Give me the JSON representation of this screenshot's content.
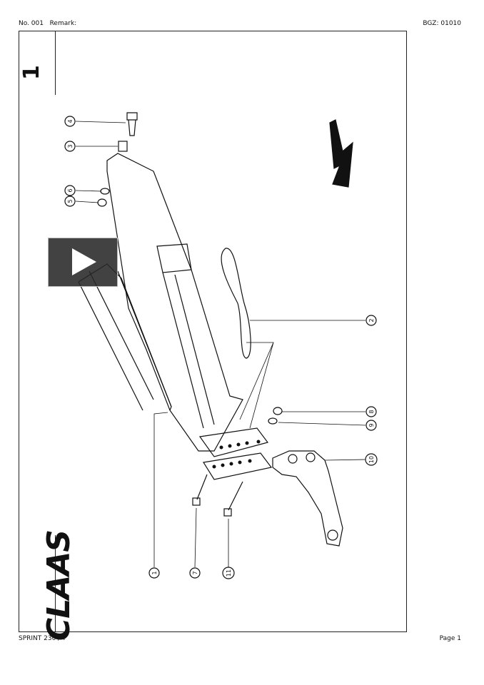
{
  "header": {
    "number": "No. 001",
    "remark": "Remark:",
    "bgz": "BGZ: 01010"
  },
  "footer": {
    "model": "SPRINT 230 / T",
    "page": "Page 1"
  },
  "sheet": {
    "number": "1",
    "logo": "CLAAS"
  },
  "callouts": [
    "1",
    "2",
    "3",
    "4",
    "5",
    "6",
    "7",
    "8",
    "9",
    "10",
    "11"
  ],
  "video": {
    "icon": "play-icon"
  }
}
